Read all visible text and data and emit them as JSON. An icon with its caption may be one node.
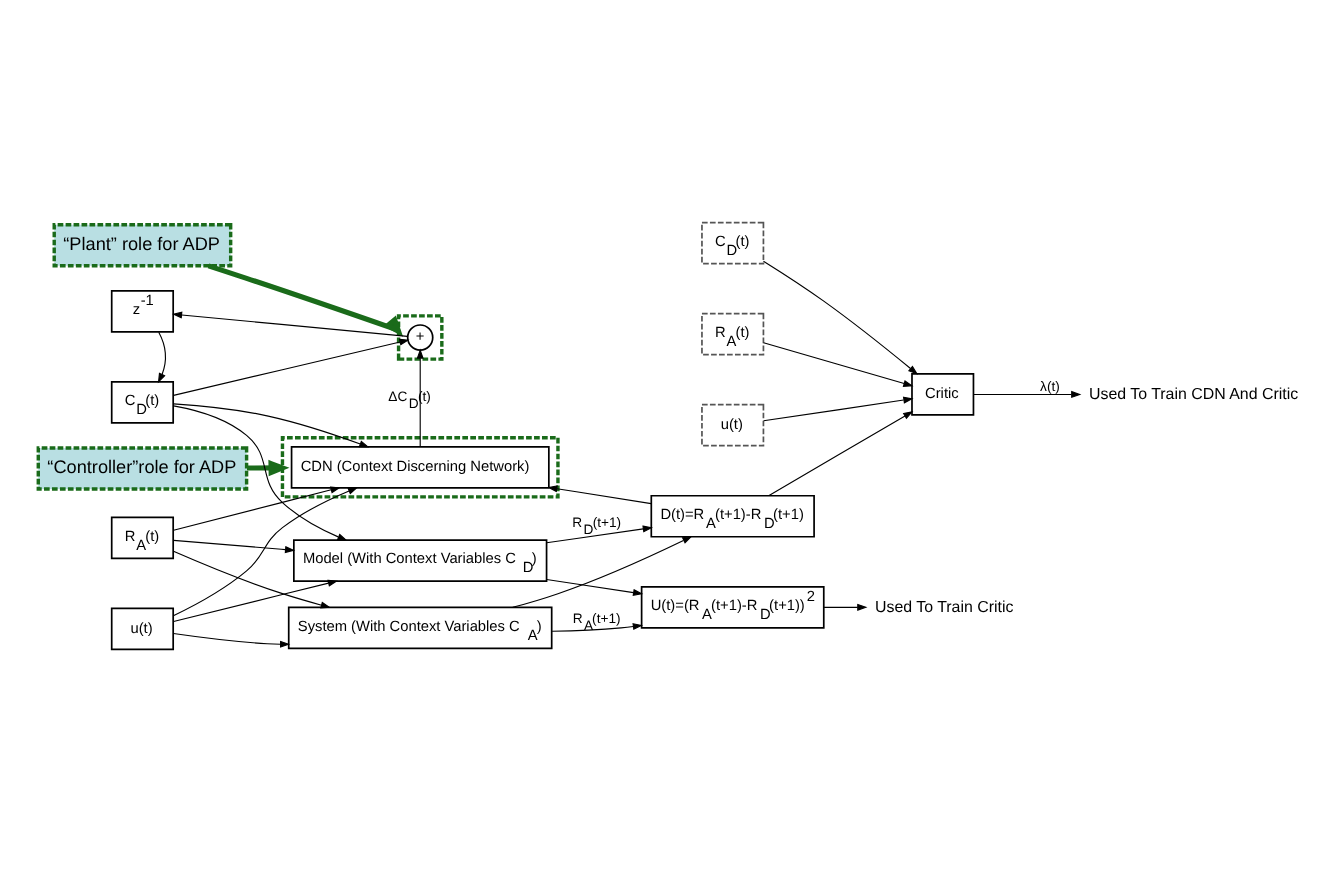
{
  "diagram": {
    "nodes": [
      {
        "text": [
          "“Controller”role for ADP"
        ]
      },
      {
        "text": [
          "“Plant” role for ADP"
        ]
      },
      {
        "text": [
          "z$^{-1}$"
        ]
      },
      {
        "text": [],
        "shape": "box"
      },
      {
        "text": [
          "CDN (Context Discerning Network)"
        ],
        "in": 3
      },
      {
        "text": [],
        "shape": "box"
      },
      {
        "text": [
          "+"
        ],
        "in": 5
      },
      {
        "text": [
          "C$_{D}$(t)"
        ]
      },
      {
        "text": [
          "R$_{A}$(t)"
        ]
      },
      {
        "text": [
          "u(t)"
        ]
      },
      {
        "text": [
          "Critic"
        ]
      },
      {
        "text": [
          "Used To Train CDN And Critic"
        ]
      },
      {
        "text": [
          "C$_{D}$(t)"
        ]
      },
      {
        "text": [
          "Model (With Context Variables C$_{D}$)"
        ]
      },
      {
        "text": [
          "D(t)=R$_{A}$(t+1)-R$_{D}$(t+1)"
        ]
      },
      {
        "text": [
          "R$_{A}$(t)"
        ]
      },
      {
        "text": [
          "System (With Context Variables C$_{A}$)"
        ]
      },
      {
        "text": [
          "U(t)=(R$_{A}$(t+1)-R$_{D}$(t+1))$^{2}$"
        ]
      },
      {
        "text": [
          "Used To Train Critic"
        ]
      },
      {
        "text": [
          "u(t)"
        ]
      }
    ],
    "edges": [
      {
        "from": 0,
        "to": 3,
        "arrow": "to",
        "style": "thick",
        "color": "#1a6b1a"
      },
      {
        "from": 1,
        "to": 5,
        "arrow": "to",
        "style": "thick",
        "color": "#1a6b1a"
      },
      {
        "from": 4,
        "to": 6,
        "arrow": "to",
        "label": "ΔC$_{D}$(t)"
      },
      {
        "from": 6,
        "to": 2,
        "arrow": "to"
      },
      {
        "from": 2,
        "to": 7,
        "arrow": "to"
      },
      {
        "from": 7,
        "to": 6,
        "arrow": "to"
      },
      {
        "from": 7,
        "to": 4,
        "arrow": "to"
      },
      {
        "from": 7,
        "to": 13,
        "arrow": "to"
      },
      {
        "from": 8,
        "to": 4,
        "arrow": "to"
      },
      {
        "from": 8,
        "to": 13,
        "arrow": "to"
      },
      {
        "from": 8,
        "to": 16,
        "arrow": "to"
      },
      {
        "from": 19,
        "to": 4,
        "arrow": "to"
      },
      {
        "from": 19,
        "to": 13,
        "arrow": "to"
      },
      {
        "from": 19,
        "to": 16,
        "arrow": "to"
      },
      {
        "from": 14,
        "to": 4,
        "arrow": "to"
      },
      {
        "from": 13,
        "to": 14,
        "arrow": "to",
        "label": "R$_{D}$(t+1)"
      },
      {
        "from": 13,
        "to": 17,
        "arrow": "to"
      },
      {
        "from": 16,
        "to": 14,
        "arrow": "to"
      },
      {
        "from": 16,
        "to": 17,
        "arrow": "to",
        "label": "R$_{A}$(t+1)"
      },
      {
        "from": 12,
        "to": 10,
        "arrow": "to"
      },
      {
        "from": 15,
        "to": 10,
        "arrow": "to"
      },
      {
        "from": 9,
        "to": 10,
        "arrow": "to"
      },
      {
        "from": 14,
        "to": 10,
        "arrow": "to"
      },
      {
        "from": 10,
        "to": 11,
        "arrow": "to",
        "label": "λ(t)"
      },
      {
        "from": 17,
        "to": 18,
        "arrow": "to"
      }
    ]
  }
}
